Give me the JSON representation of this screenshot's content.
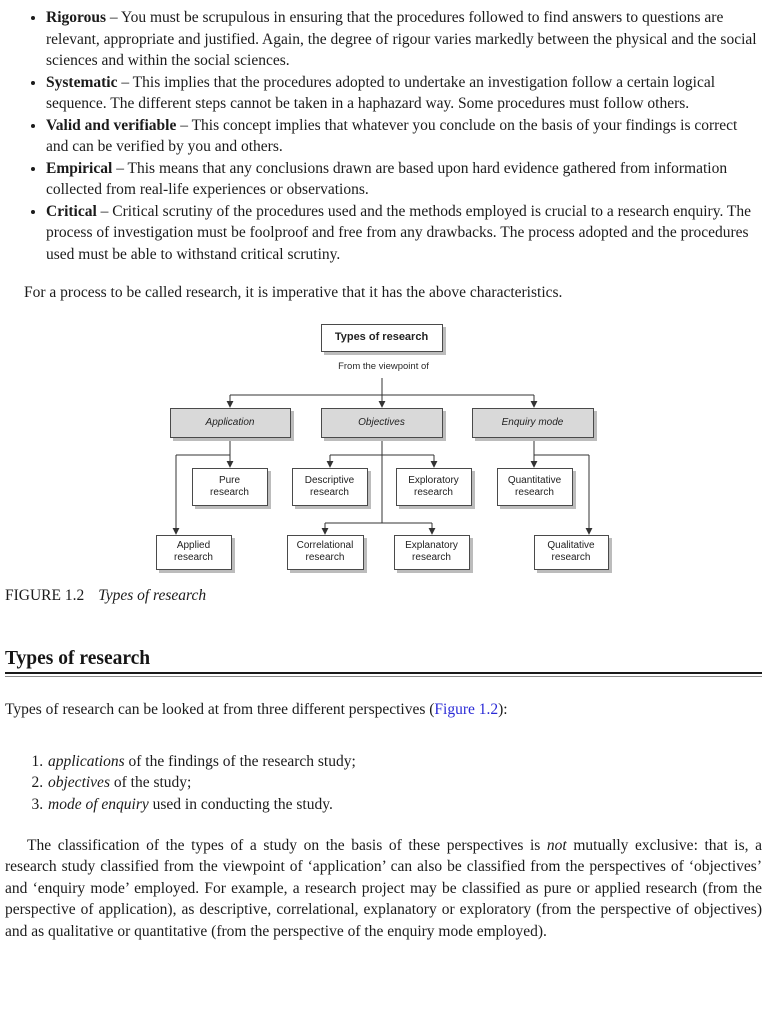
{
  "page": {
    "colors": {
      "text": "#1b1b1b",
      "link_blue": "#2a2ad6",
      "diagram_gray_fill": "#d9d9d9",
      "diagram_border": "#4a4a4a"
    },
    "bullets": [
      {
        "term": "Rigorous",
        "text": "– You must be scrupulous in ensuring that the procedures followed to find answers to questions are relevant, appropriate and justified. Again, the degree of rigour varies markedly between the physical and the social sciences and within the social sciences."
      },
      {
        "term": "Systematic",
        "text": "– This implies that the procedures adopted to undertake an investigation follow a certain logical sequence. The different steps cannot be taken in a haphazard way. Some procedures must follow others."
      },
      {
        "term": "Valid and verifiable",
        "text": "– This concept implies that whatever you conclude on the basis of your findings is correct and can be verified by you and others."
      },
      {
        "term": "Empirical",
        "text": "– This means that any conclusions drawn are based upon hard evidence gathered from information collected from real-life experiences or observations."
      },
      {
        "term": "Critical",
        "text": "– Critical scrutiny of the procedures used and the methods employed is crucial to a research enquiry. The process of investigation must be foolproof and free from any drawbacks. The process adopted and the procedures used must be able to withstand critical scrutiny."
      }
    ],
    "intro_para": "For a process to be called research, it is imperative that it has the above characteristics.",
    "diagram": {
      "root": "Types of research",
      "viewpoint_label": "From the viewpoint of",
      "level1": [
        "Application",
        "Objectives",
        "Enquiry mode"
      ],
      "level2": [
        "Pure\nresearch",
        "Descriptive\nresearch",
        "Exploratory\nresearch",
        "Quantitative\nresearch"
      ],
      "level3": [
        "Applied\nresearch",
        "Correlational\nresearch",
        "Explanatory\nresearch",
        "Qualitative\nresearch"
      ]
    },
    "figure_caption": {
      "label": "FIGURE 1.2",
      "title": "Types of research"
    },
    "section_heading": "Types of research",
    "section_intro": {
      "before_link": "Types of research can be looked at from three different perspectives (",
      "link": "Figure 1.2",
      "after_link": "):"
    },
    "numbered_list": [
      {
        "italic": "applications",
        "rest": " of the findings of the research study;"
      },
      {
        "italic": "objectives",
        "rest": " of the study;"
      },
      {
        "italic": "mode of enquiry",
        "rest": " used in conducting the study."
      }
    ],
    "closing_para": {
      "part1": "The classification of the types of a study on the basis of these perspectives is ",
      "italic": "not",
      "part2": " mutually exclusive: that is, a research study classified from the viewpoint of ‘application’ can also be classified from the perspectives of ‘objectives’ and ‘enquiry mode’ employed. For example, a research project may be classified as pure or applied research (from the perspective of application), as descriptive, correlational, explanatory or exploratory (from the perspective of objectives) and as qualitative or quantitative (from the perspective of the enquiry mode employed)."
    }
  }
}
